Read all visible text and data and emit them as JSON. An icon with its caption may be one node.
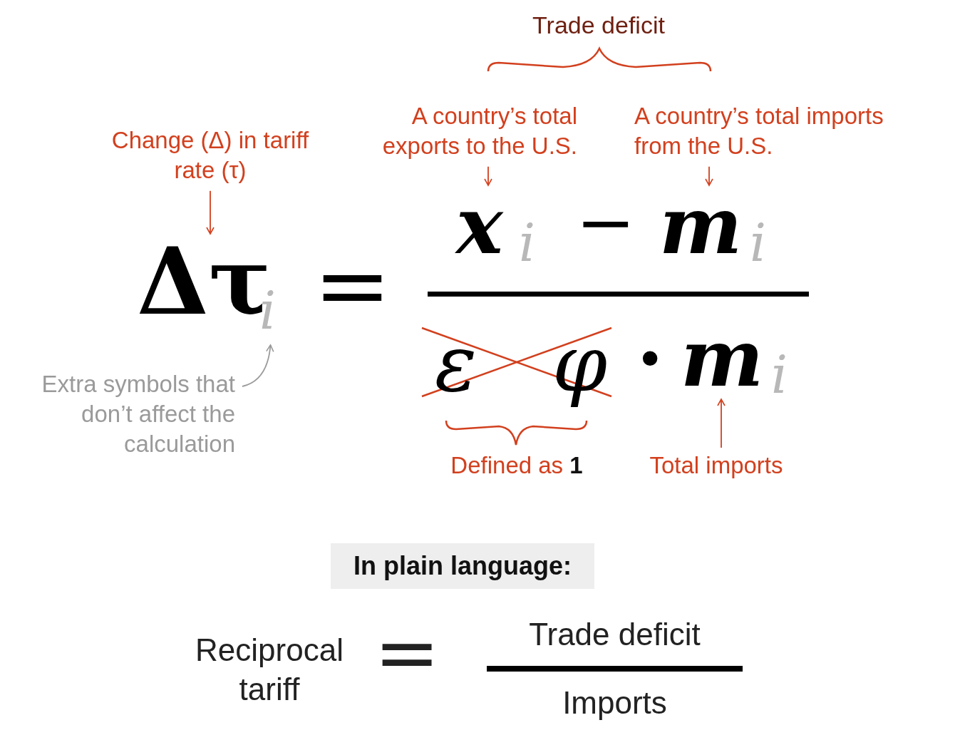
{
  "diagram": {
    "nodes": [
      {
        "text": [
          "Trade deficit"
        ]
      },
      {
        "text": [
          "A country’s total exports to the U.S."
        ]
      },
      {
        "text": [
          "A country’s total imports from the U.S."
        ]
      },
      {
        "text": [
          "Change (Δ) in tariff rate (τ)"
        ]
      },
      {
        "text": [
          "Δτ"
        ]
      },
      {
        "text": [
          "i"
        ]
      },
      {
        "text": [
          "Extra symbols that don’t affect the calculation"
        ]
      },
      {
        "text": [
          "x"
        ]
      },
      {
        "text": [
          "m"
        ]
      },
      {
        "text": [
          "Total imports"
        ]
      },
      {
        "text": [
          "m"
        ]
      },
      {
        "text": [
          "Defined as **1**"
        ]
      }
    ],
    "edges": [
      {
        "from": 1,
        "to": 7,
        "arrow": "to"
      },
      {
        "from": 2,
        "to": 8,
        "arrow": "to"
      },
      {
        "from": 3,
        "to": 4,
        "arrow": "to"
      },
      {
        "from": 6,
        "to": 5,
        "arrow": "to",
        "color": "#9a9a9a"
      },
      {
        "from": 9,
        "to": 10,
        "arrow": "to"
      }
    ],
    "labels": [
      "i",
      "−",
      "i",
      "=",
      "ε",
      "φ",
      "·",
      "i",
      "In plain language:",
      "Reciprocal tariff",
      "=",
      "Trade deficit",
      "Imports"
    ]
  }
}
